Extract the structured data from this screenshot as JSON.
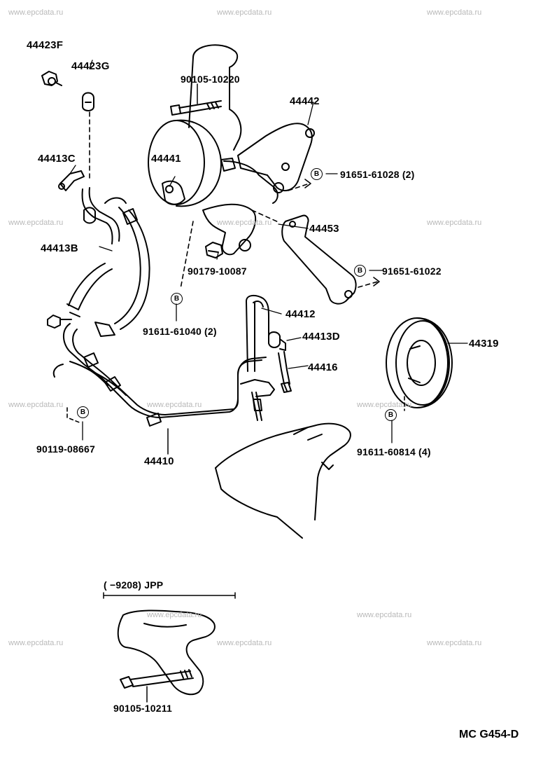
{
  "watermark": "www.epcdata.ru",
  "diagram_code": "MC G454-D",
  "variant_note": "( −9208) JPP",
  "parts": {
    "p44423F": "44423F",
    "p44423G": "44423G",
    "p9010510220": "90105-10220",
    "p44442": "44442",
    "p44441": "44441",
    "p44413C": "44413C",
    "p9165161028": "91651-61028 (2)",
    "p44453": "44453",
    "p44413B": "44413B",
    "p9017910087": "90179-10087",
    "p9165161022": "91651-61022",
    "p44412": "44412",
    "p9161161040": "91611-61040 (2)",
    "p44413D": "44413D",
    "p44319": "44319",
    "p44416": "44416",
    "p9011908667": "90119-08667",
    "p44410": "44410",
    "p9161160814": "91611-60814 (4)",
    "p9010510211": "90105-10211"
  },
  "bolt_marker": "B"
}
